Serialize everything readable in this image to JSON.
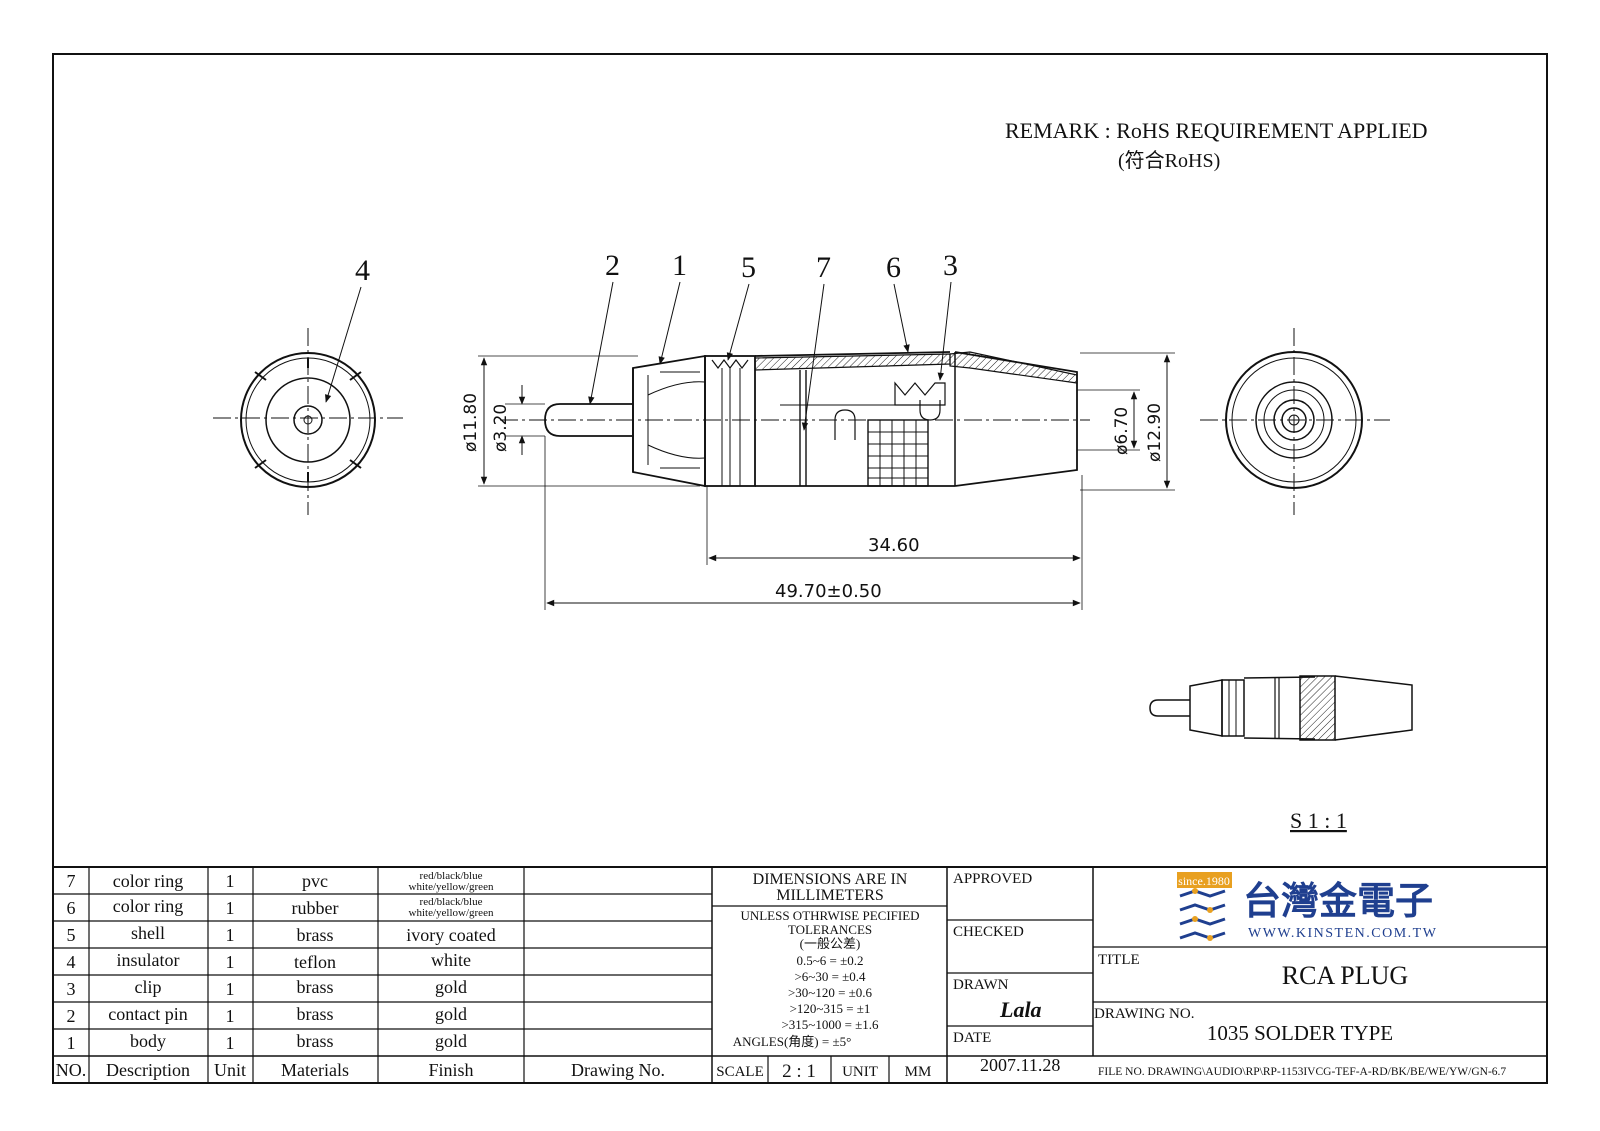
{
  "remark": {
    "line1": "REMARK : RoHS REQUIREMENT APPLIED",
    "line2": "(符合RoHS)"
  },
  "balloons": {
    "b4": "4",
    "b2": "2",
    "b1": "1",
    "b5": "5",
    "b7": "7",
    "b6": "6",
    "b3": "3"
  },
  "dimensions": {
    "d_11_80": "ø11.80",
    "d_3_20": "ø3.20",
    "d_6_70": "ø6.70",
    "d_12_90": "ø12.90",
    "len_34_60": "34.60",
    "len_49_70": "49.70±0.50"
  },
  "scale_note": "S 1 : 1",
  "bom": {
    "rows": [
      {
        "no": "7",
        "desc": "color ring",
        "unit": "1",
        "mat": "pvc",
        "fin1": "red/black/blue",
        "fin2": "white/yellow/green",
        "dwg": ""
      },
      {
        "no": "6",
        "desc": "color ring",
        "unit": "1",
        "mat": "rubber",
        "fin1": "red/black/blue",
        "fin2": "white/yellow/green",
        "dwg": ""
      },
      {
        "no": "5",
        "desc": "shell",
        "unit": "1",
        "mat": "brass",
        "fin": "ivory coated",
        "dwg": ""
      },
      {
        "no": "4",
        "desc": "insulator",
        "unit": "1",
        "mat": "teflon",
        "fin": "white",
        "dwg": ""
      },
      {
        "no": "3",
        "desc": "clip",
        "unit": "1",
        "mat": "brass",
        "fin": "gold",
        "dwg": ""
      },
      {
        "no": "2",
        "desc": "contact pin",
        "unit": "1",
        "mat": "brass",
        "fin": "gold",
        "dwg": ""
      },
      {
        "no": "1",
        "desc": "body",
        "unit": "1",
        "mat": "brass",
        "fin": "gold",
        "dwg": ""
      }
    ],
    "headers": {
      "no": "NO.",
      "desc": "Description",
      "unit": "Unit",
      "mat": "Materials",
      "fin": "Finish",
      "dwg": "Drawing No."
    }
  },
  "tolerance": {
    "dim_line1": "DIMENSIONS ARE IN",
    "dim_line2": "MILLIMETERS",
    "unless1": "UNLESS OTHRWISE PECIFIED",
    "unless2": "TOLERANCES",
    "unless3": "(一般公差)",
    "t1": "0.5~6 = ±0.2",
    "t2": ">6~30 = ±0.4",
    "t3": ">30~120 = ±0.6",
    "t4": ">120~315 = ±1",
    "t5": ">315~1000 = ±1.6",
    "t6": "ANGLES(角度) = ±5°"
  },
  "scale_row": {
    "scale_label": "SCALE",
    "scale_value": "2 : 1",
    "unit_label": "UNIT",
    "unit_value": "MM"
  },
  "approval": {
    "approved": "APPROVED",
    "checked": "CHECKED",
    "drawn": "DRAWN",
    "drawn_by": "Lala",
    "date_label": "DATE",
    "date_value": "2007.11.28"
  },
  "company": {
    "badge": "since.1980",
    "name": "台灣金電子",
    "url": "WWW.KINSTEN.COM.TW",
    "brand_color": "#1f3f8f",
    "badge_color": "#e8a020"
  },
  "title_block": {
    "title_label": "TITLE",
    "title_value": "RCA  PLUG",
    "drawing_no_label": "DRAWING NO.",
    "drawing_no_value": "1035  SOLDER TYPE",
    "file_no": "FILE NO. DRAWING\\AUDIO\\RP\\RP-1153IVCG-TEF-A-RD/BK/BE/WE/YW/GN-6.7"
  }
}
